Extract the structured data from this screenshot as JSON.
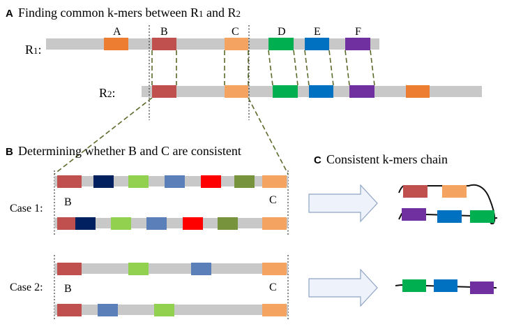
{
  "panel_a": {
    "letter": "A",
    "title": "Finding common k-mers between R",
    "title_sub1": "1",
    "title_mid": " and R",
    "title_sub2": "2",
    "r1_label": "R",
    "r1_sub": "1",
    "r1_colon": ":",
    "r2_label": "R",
    "r2_sub": "2",
    "r2_colon": ":",
    "segments": [
      "A",
      "B",
      "C",
      "D",
      "E",
      "F"
    ]
  },
  "panel_b": {
    "letter": "B",
    "title": "Determining whether B and C are consistent",
    "case1_label": "Case 1:",
    "case2_label": "Case 2:",
    "b_label": "B",
    "c_label": "C"
  },
  "panel_c": {
    "letter": "C",
    "title": "Consistent k-mers chain"
  },
  "colors": {
    "A": "#ed7d31",
    "B": "#c0504d",
    "C": "#f4a460",
    "D": "#00b050",
    "E": "#0070c0",
    "F": "#7030a0",
    "navy": "#002060",
    "light_green": "#92d050",
    "steel_blue": "#5b7fb8",
    "red": "#ff0000",
    "olive": "#77933c",
    "bar": "#c8c8c8"
  }
}
